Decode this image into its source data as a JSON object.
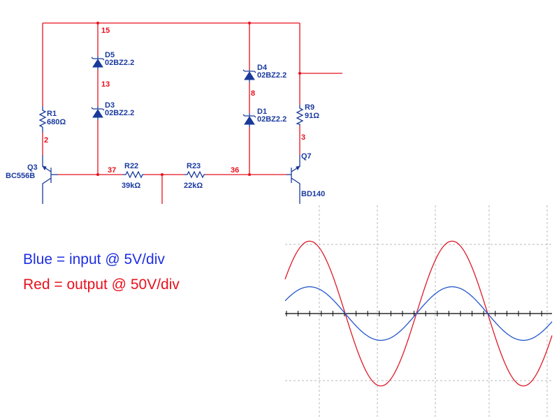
{
  "schematic": {
    "components": {
      "d5": {
        "ref": "D5",
        "value": "02BZ2.2"
      },
      "d3": {
        "ref": "D3",
        "value": "02BZ2.2"
      },
      "d4": {
        "ref": "D4",
        "value": "02BZ2.2"
      },
      "d1": {
        "ref": "D1",
        "value": "02BZ2.2"
      },
      "r1": {
        "ref": "R1",
        "value": "680Ω"
      },
      "r9": {
        "ref": "R9",
        "value": "91Ω"
      },
      "r22": {
        "ref": "R22",
        "value": "39kΩ"
      },
      "r23": {
        "ref": "R23",
        "value": "22kΩ"
      },
      "q3": {
        "ref": "Q3",
        "value": "BC556B"
      },
      "q7": {
        "ref": "Q7",
        "value": "BD140"
      }
    },
    "nodes": {
      "n15": "15",
      "n13": "13",
      "n8": "8",
      "n2": "2",
      "n3": "3",
      "n37": "37",
      "n36": "36"
    }
  },
  "legend": {
    "blue": "Blue = input @ 5V/div",
    "red": "Red = output @ 50V/div"
  },
  "scope": {
    "colors": {
      "input": "#2255cc",
      "output": "#dd1a28"
    },
    "input_amplitude_div": 0.4,
    "output_amplitude_div": 1.08,
    "cycles_visible": 1.85
  }
}
